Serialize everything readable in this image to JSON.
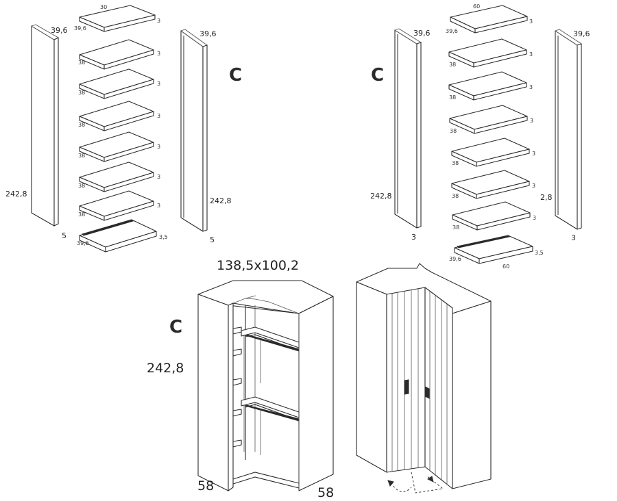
{
  "left_kit": {
    "label": "C",
    "left_panel": {
      "depth": "39,6",
      "height": "242,8",
      "thickness": "5"
    },
    "right_panel": {
      "depth": "39,6",
      "height": "242,8",
      "thickness": "5"
    },
    "top_shelf": {
      "width": "30",
      "depth": "39,6",
      "thickness": "3"
    },
    "shelf_depth": "38",
    "shelf_thickness": "3",
    "bottom_shelf": {
      "depth": "39,6",
      "thickness": "3,5"
    }
  },
  "right_kit": {
    "label": "C",
    "left_panel": {
      "depth": "39,6",
      "height": "242,8",
      "thickness": "3"
    },
    "right_panel": {
      "depth": "39,6",
      "height": "2,8",
      "thickness": "3"
    },
    "top_shelf": {
      "width": "60",
      "depth": "39,6",
      "thickness": "3"
    },
    "shelf_depth": "38",
    "shelf_thickness": "3",
    "bottom_shelf": {
      "width": "60",
      "depth": "39,6",
      "thickness": "3,5"
    }
  },
  "assembled": {
    "label": "C",
    "size": "138,5x100,2",
    "height": "242,8",
    "left_depth": "58",
    "right_depth": "58"
  }
}
